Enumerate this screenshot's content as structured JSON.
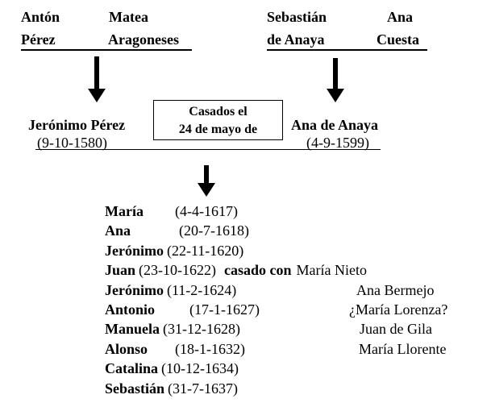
{
  "grandparents_left": {
    "husband": [
      "Antón",
      "Pérez"
    ],
    "wife": [
      "Matea",
      "Aragoneses"
    ]
  },
  "grandparents_right": {
    "husband": [
      "Sebastián",
      "de Anaya"
    ],
    "wife": [
      "Ana",
      "Cuesta"
    ]
  },
  "parents": {
    "father": "Jerónimo Pérez",
    "father_date": "(9-10-1580)",
    "mother": "Ana de Anaya",
    "mother_date": "(4-9-1599)",
    "marriage": [
      "Casados el",
      "24 de mayo de"
    ]
  },
  "married_label": "casado con",
  "children": [
    {
      "name": "María",
      "date": "(4-4-1617)"
    },
    {
      "name": "Ana",
      "date": "(20-7-1618)"
    },
    {
      "name": "Jerónimo",
      "date": "(22-11-1620)"
    },
    {
      "name": "Juan",
      "date": "(23-10-1622)",
      "spouse": "María Nieto"
    },
    {
      "name": "Jerónimo",
      "date": "(11-2-1624)",
      "spouse": "Ana Bermejo"
    },
    {
      "name": "Antonio",
      "date": "(17-1-1627)",
      "spouse": "¿María Lorenza?"
    },
    {
      "name": "Manuela",
      "date": "(31-12-1628)",
      "spouse": "Juan de Gila"
    },
    {
      "name": "Alonso",
      "date": "(18-1-1632)",
      "spouse": "María Llorente"
    },
    {
      "name": "Catalina",
      "date": "(10-12-1634)"
    },
    {
      "name": "Sebastián",
      "date": "(31-7-1637)"
    }
  ]
}
